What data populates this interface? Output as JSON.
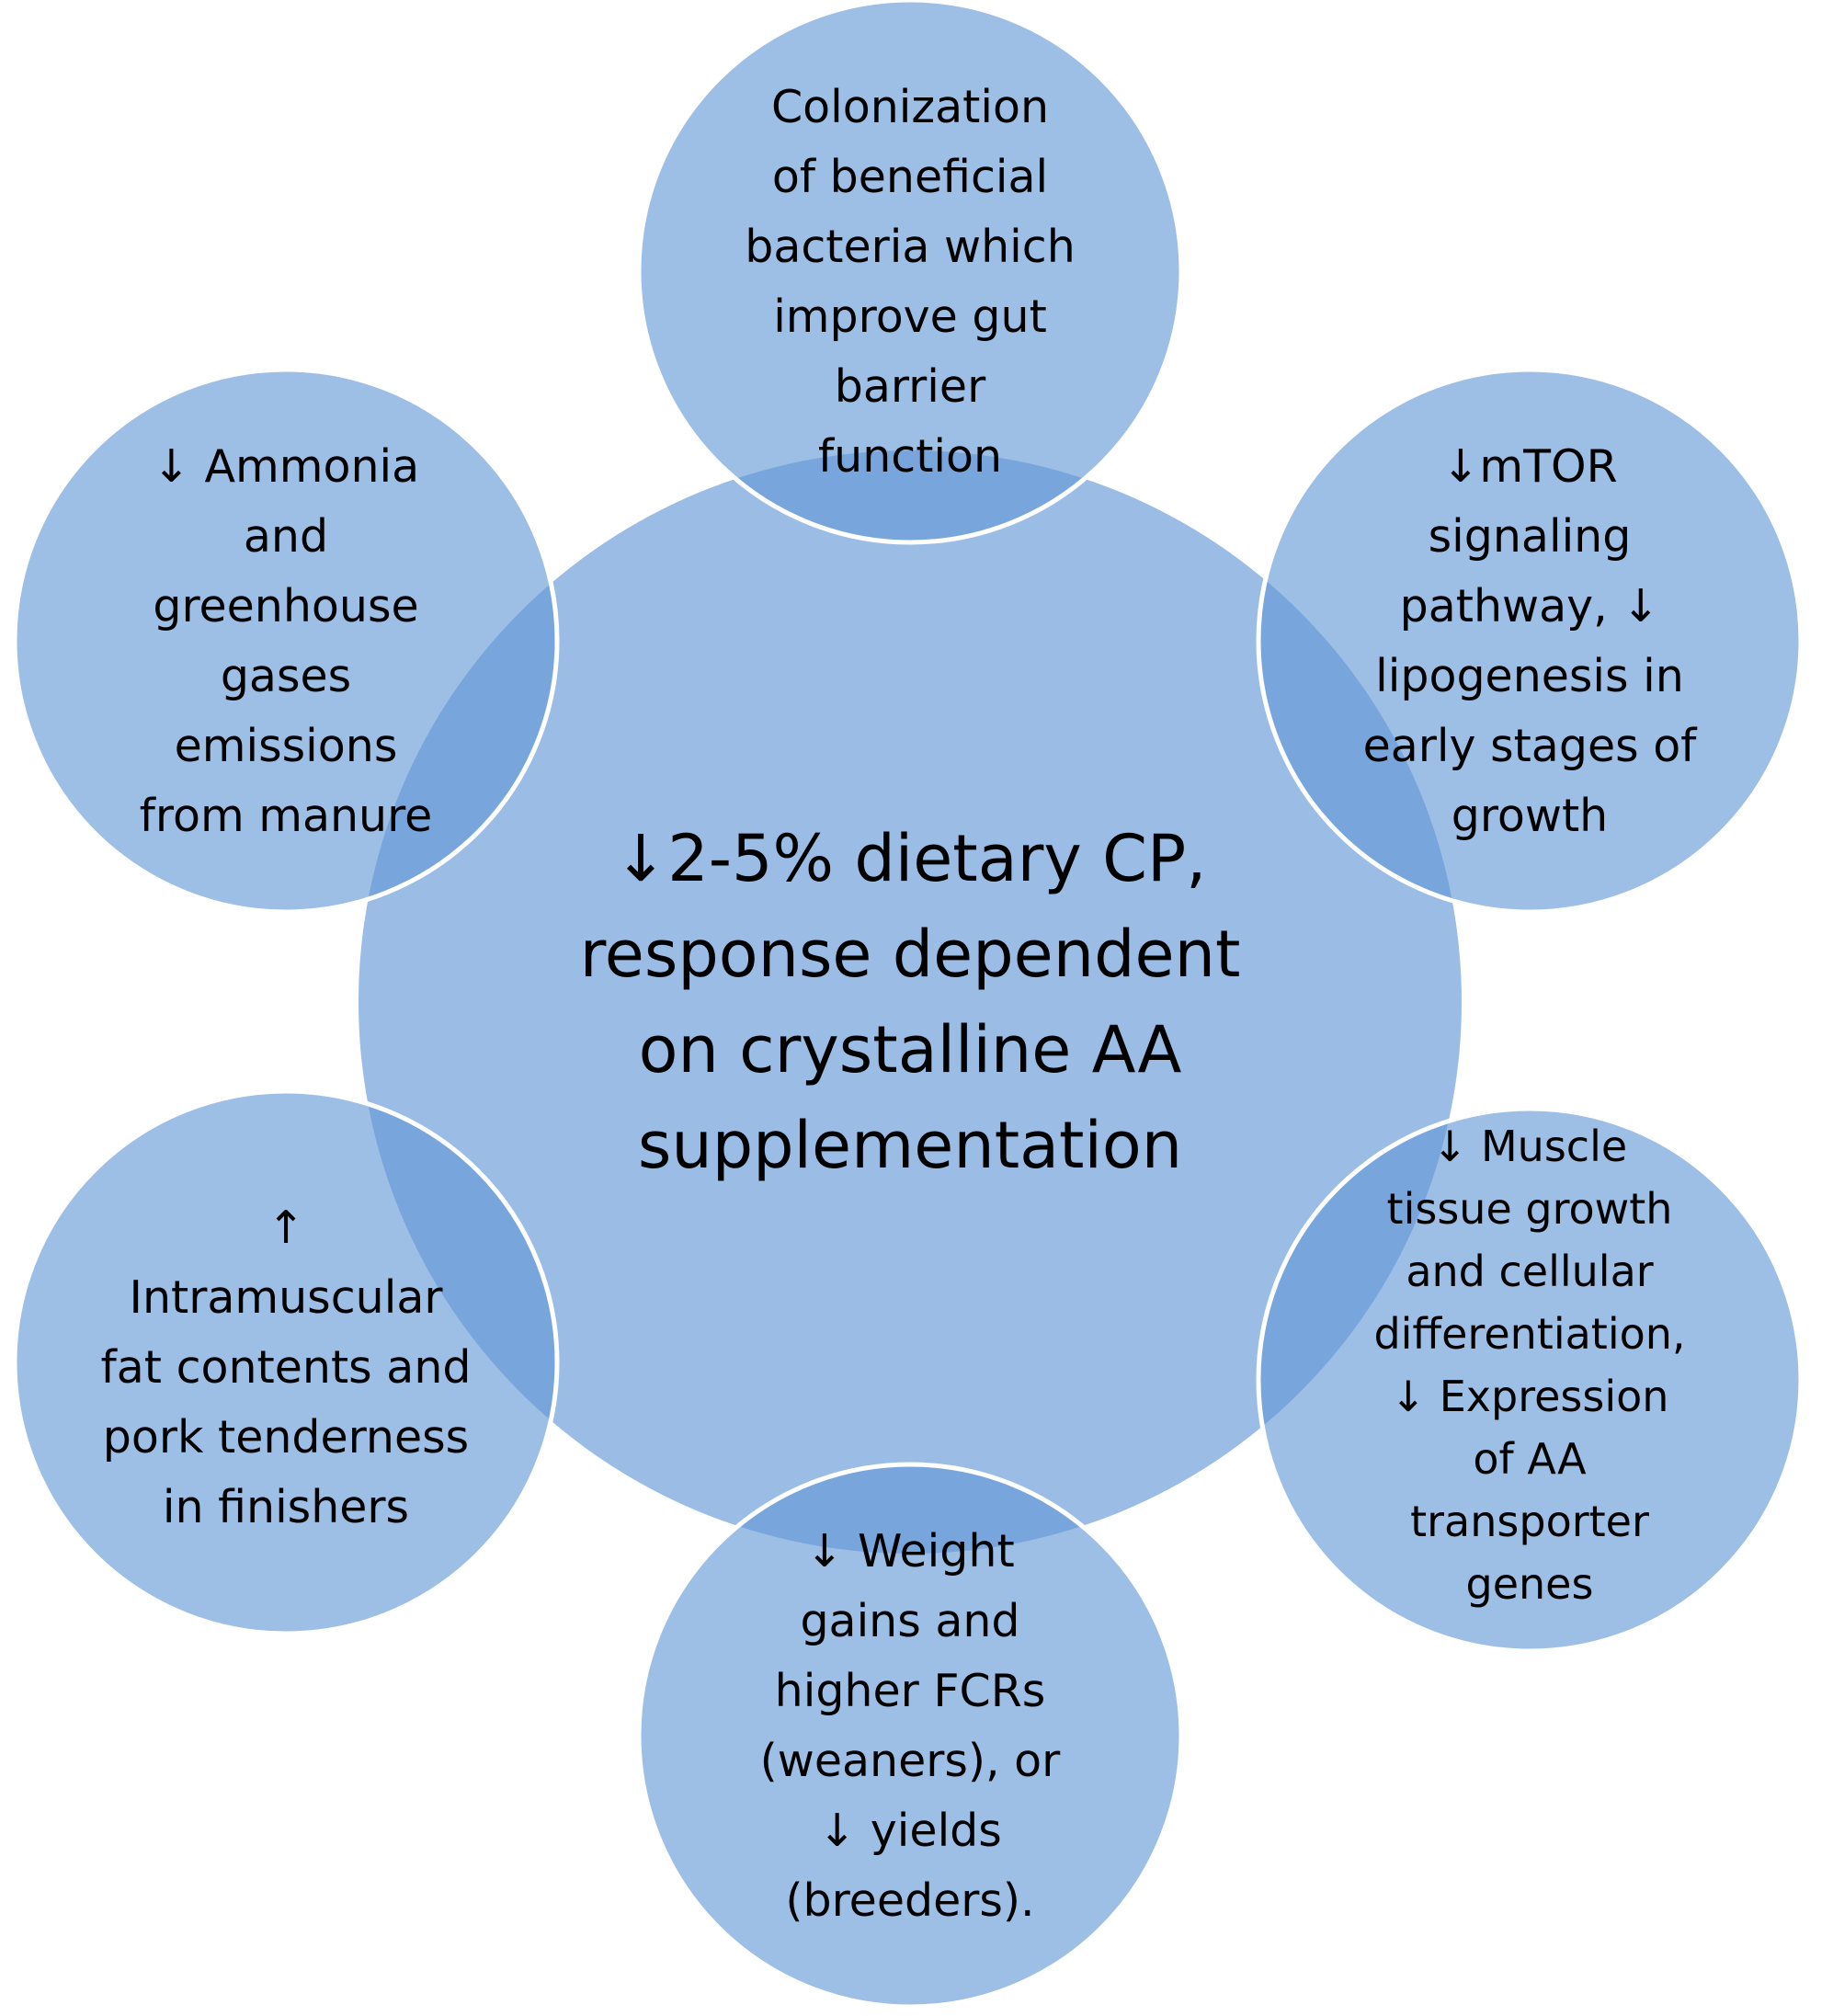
{
  "colors": {
    "circle_fill": "#6699d7",
    "circle_stroke": "#ffffff",
    "text": "#000000",
    "background": "#ffffff"
  },
  "center": {
    "text": "↓2-5% dietary CP,\nresponse dependent\non crystalline AA\nsupplementation"
  },
  "satellites": {
    "top": "Colonization\nof beneficial\nbacteria which\nimprove gut\nbarrier\nfunction",
    "top_right": "↓mTOR\nsignaling\npathway, ↓\nlipogenesis in\nearly stages of\ngrowth",
    "bottom_right": "↓ Muscle\ntissue growth\nand cellular\ndifferentiation,\n↓ Expression\nof AA\ntransporter\ngenes",
    "bottom": "↓ Weight\ngains and\nhigher FCRs\n(weaners), or\n↓ yields\n(breeders).",
    "bottom_left": "↑\nIntramuscular\nfat contents and\npork tenderness\nin finishers",
    "top_left": "↓ Ammonia\nand\ngreenhouse\ngases\nemissions\nfrom manure"
  }
}
